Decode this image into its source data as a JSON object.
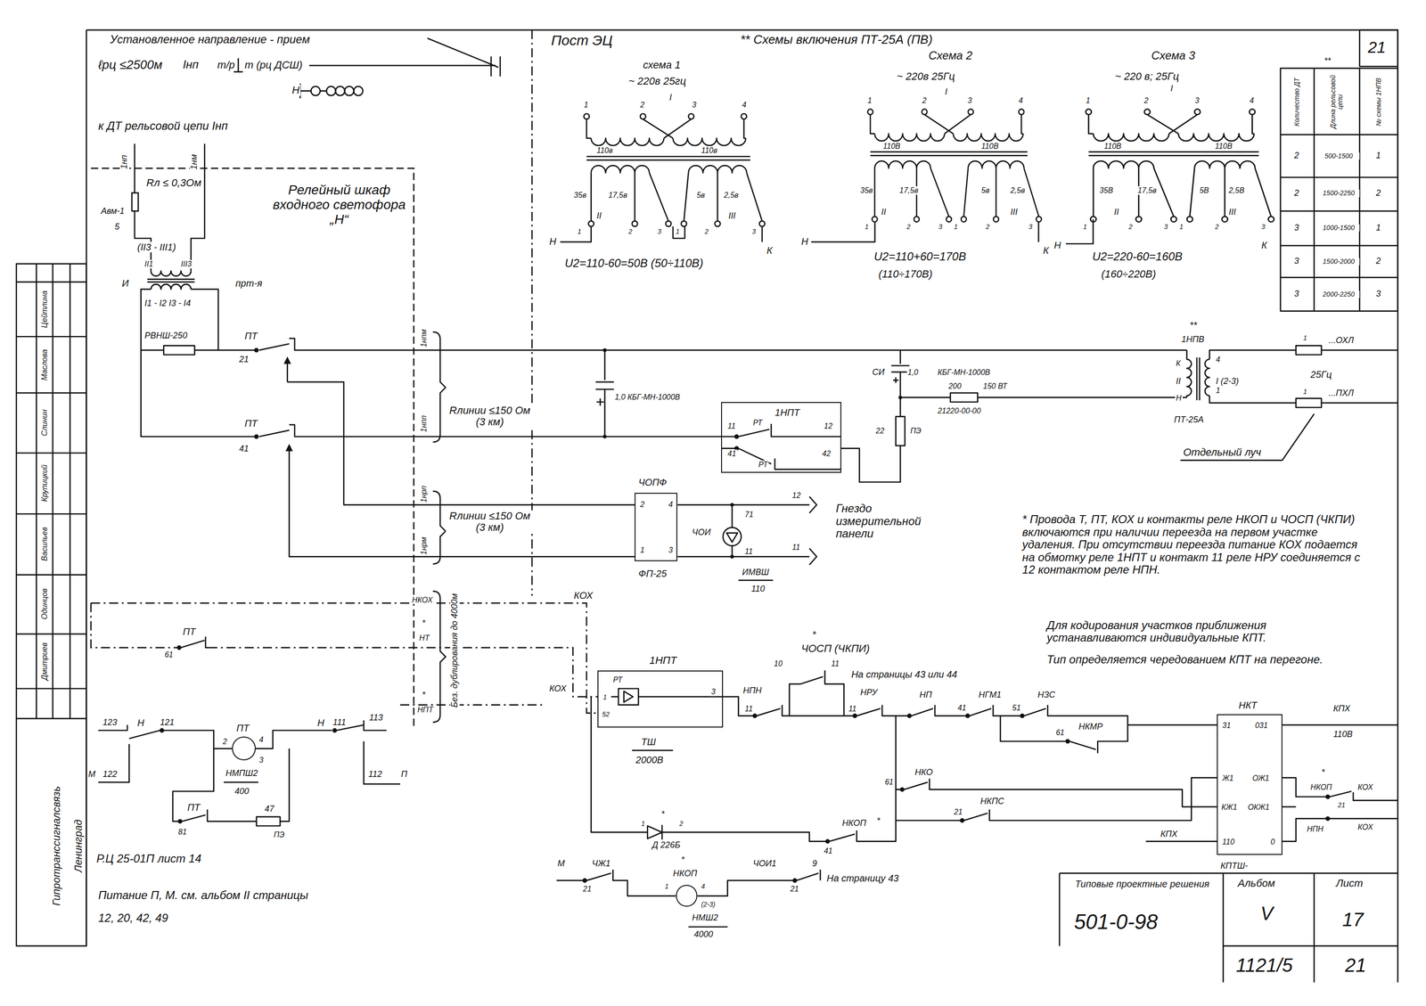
{
  "diagram": {
    "nodes": [
      {
        "text": [
          "1НПТ",
          "11",
          "12",
          "41",
          "42",
          "РТ",
          "РТ"
        ]
      },
      {
        "text": [
          "ЧОПФ",
          "2",
          "4",
          "1",
          "3",
          "ФП-25"
        ]
      },
      {
        "text": [
          "1НПТ",
          "РТ",
          "1",
          "52",
          "3",
          "ТШ",
          "2000В"
        ]
      },
      {
        "text": [
          "НКТ",
          "31",
          "031",
          "Ж1",
          "ОЖ1",
          "КЖ1",
          "ОКЖ1",
          "110",
          "0",
          "КПТШ-"
        ]
      },
      {
        "text": [
          "ПТ",
          "НМПШ2",
          "400"
        ]
      },
      {
        "text": [
          "НКОП"
        ]
      }
    ],
    "labels": [
      "Установленное направление - прием",
      "ℓрц ≤2500м",
      "Iнп",
      "т/р",
      "т (рц ДСШ)",
      "Н",
      "к ДТ рельсовой цепи Iнп",
      "1нп",
      "1нм",
      "Rл ≤ 0,3Ом",
      "Авм-1",
      "5",
      "(II3 - III1)",
      "II1",
      "III3",
      "И",
      "прт-я",
      "I1 - I2  I3 - I4",
      "РВНШ-250",
      "ПТ",
      "21",
      "ПТ",
      "41",
      "Релейный шкаф входного светофора „Н“",
      "1нпм",
      "1нпп",
      "1нрп",
      "1нрм",
      "Rлинии ≤150 Ом (3 км)",
      "Rлинии ≤150 Ом (3 км)",
      "1,0 КБГ-МН-1000В",
      "СИ",
      "1,0",
      "КБГ-МН-1000В",
      "200",
      "150 ВТ",
      "21220-00-00",
      "22",
      "ПЭ",
      "**",
      "1НПВ",
      "К",
      "4",
      "II",
      "I (2-3)",
      "Н",
      "1",
      "ПТ-25А",
      "1",
      "...ОХЛ",
      "25Гц",
      "1",
      "...ПХЛ",
      "Отдельный луч",
      "ЧОИ",
      "71",
      "11",
      "ИМВШ",
      "110",
      "12",
      "11",
      "Гнездо измерительной панели",
      "Пост ЭЦ",
      "** Схемы включения ПТ-25А (ПВ)",
      "схема 1",
      "~ 220в 25гц",
      "1",
      "2",
      "I",
      "3",
      "4",
      "110в",
      "110в",
      "35в",
      "17,5в",
      "5в",
      "2,5в",
      "II",
      "III",
      "1",
      "2",
      "3",
      "1",
      "2",
      "3",
      "Н",
      "К",
      "U2=110-60=50В (50÷110В)",
      "Схема 2",
      "~ 220в 25Гц",
      "1",
      "2",
      "I",
      "3",
      "4",
      "110В",
      "110В",
      "35в",
      "17,5в",
      "5в",
      "2,5в",
      "1",
      "II",
      "2",
      "3",
      "1",
      "2",
      "III",
      "3",
      "Н",
      "К",
      "U2=110+60=170В",
      "(110÷170В)",
      "Схема 3",
      "~ 220 в; 25Гц",
      "I",
      "1",
      "2",
      "3",
      "4",
      "110В",
      "110В",
      "35В",
      "17,5в",
      "5В",
      "2,5В",
      "1",
      "II",
      "2",
      "3",
      "1",
      "2",
      "III",
      "3",
      "Н",
      "К",
      "U2=220-60=160В",
      "(160÷220В)",
      "21",
      "**",
      "Количество ДТ",
      "Длина рельсовой цепи",
      "№ схемы 1НПВ",
      "2",
      "500-1500",
      "1",
      "2",
      "1500-2250",
      "2",
      "3",
      "1000-1500",
      "1",
      "3",
      "1500-2000",
      "2",
      "3",
      "2000-2250",
      "3",
      "* Провода Т, ПТ, КОХ и контакты реле НКОП и ЧОСП (ЧКПИ) включаются при наличии переезда на первом участке удаления. При отсутствии переезда питание КОХ подается на обмотку реле 1НПТ и контакт 11 реле НРУ соединяется с 12 контактом реле НПН.",
      "Для кодирования участков приближения устанавливаются индивидуальные КПТ.",
      "Тип определяется чередованием КПТ на перегоне.",
      "НКОХ",
      "КОХ",
      "*",
      "НТ",
      "*",
      "НПТ",
      "Без. дублирования до 4000м",
      "ПТ",
      "61",
      "123",
      "Н",
      "121",
      "2",
      "4",
      "3",
      "Н",
      "111",
      "113",
      "М",
      "122",
      "112",
      "П",
      "ПТ",
      "47",
      "81",
      "ПЭ",
      "Р.Ц 25-01П лист 14",
      "Питание П, М. см. альбом II страницы",
      "12, 20, 42, 49",
      "КОХ",
      "НПН",
      "11",
      "*",
      "ЧОСП (ЧКПИ)",
      "10",
      "11",
      "На страницы 43 или 44",
      "НРУ",
      "11",
      "НП",
      "НГМ1",
      "41",
      "НЗС",
      "51",
      "НКМР",
      "61",
      "НКО",
      "61",
      "НКПС",
      "21",
      "НКОП",
      "*",
      "41",
      "*",
      "1",
      "2",
      "Д 226Б",
      "КПХ",
      "110В",
      "*",
      "НКОП",
      "21",
      "КОХ",
      "НПН",
      "КОХ",
      "КПХ",
      "М",
      "ЧЖ1",
      "21",
      "ЧОИ1",
      "21",
      "9",
      "На страницу 43",
      "*",
      "1",
      "4",
      "(2-3)",
      "НМШ2",
      "4000",
      "Типовые проектные решения",
      "501-0-98",
      "Альбом",
      "V",
      "Лист",
      "17",
      "1121/5",
      "21",
      "Гипротранссигналсвязь",
      "Ленинград",
      "Цейтлина",
      "Маслова",
      "Слинин",
      "Крупицкий",
      "Васильев",
      "Одинцов",
      "Дмитриев"
    ]
  }
}
